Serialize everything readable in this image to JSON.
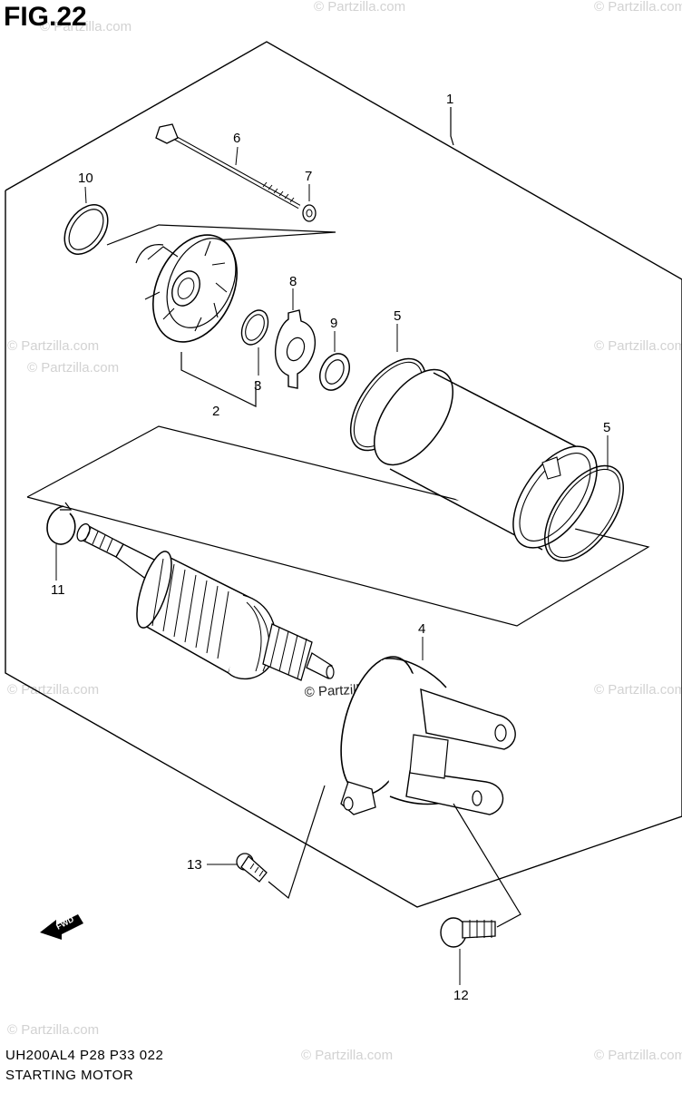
{
  "figure": {
    "title": "FIG.22",
    "model_code": "UH200AL4  P28  P33  022",
    "caption": "STARTING MOTOR"
  },
  "callouts": [
    {
      "id": "callout-1",
      "label": "1"
    },
    {
      "id": "callout-2",
      "label": "2"
    },
    {
      "id": "callout-3",
      "label": "3"
    },
    {
      "id": "callout-4",
      "label": "4"
    },
    {
      "id": "callout-5a",
      "label": "5"
    },
    {
      "id": "callout-5b",
      "label": "5"
    },
    {
      "id": "callout-6",
      "label": "6"
    },
    {
      "id": "callout-7",
      "label": "7"
    },
    {
      "id": "callout-8",
      "label": "8"
    },
    {
      "id": "callout-9",
      "label": "9"
    },
    {
      "id": "callout-10",
      "label": "10"
    },
    {
      "id": "callout-11",
      "label": "11"
    },
    {
      "id": "callout-12",
      "label": "12"
    },
    {
      "id": "callout-13",
      "label": "13"
    }
  ],
  "watermark": {
    "text": "© Partzilla.com"
  },
  "direction_arrow": {
    "label": "FWD"
  }
}
